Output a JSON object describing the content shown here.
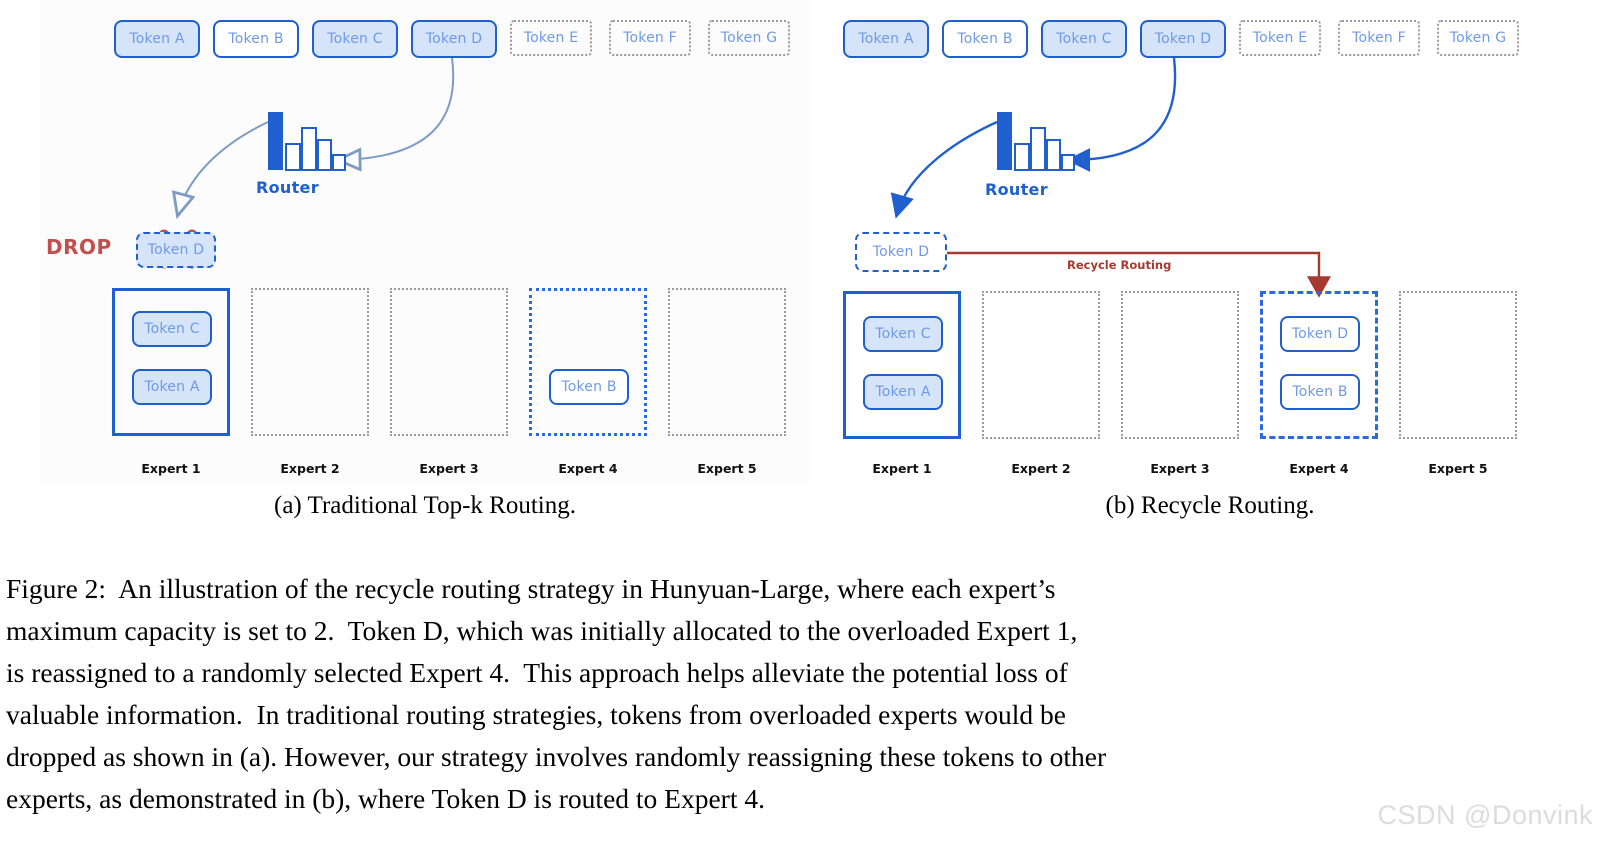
{
  "figure": {
    "panels": [
      {
        "id": "a",
        "subcaption": "(a)  Traditional Top-k Routing.",
        "input_tokens": [
          {
            "label": "Token A",
            "style": "filled"
          },
          {
            "label": "Token B",
            "style": "white"
          },
          {
            "label": "Token C",
            "style": "filled"
          },
          {
            "label": "Token D",
            "style": "filled"
          },
          {
            "label": "Token E",
            "style": "ghost"
          },
          {
            "label": "Token F",
            "style": "ghost"
          },
          {
            "label": "Token G",
            "style": "ghost"
          }
        ],
        "router_label": "Router",
        "drop_label": "DROP",
        "dropped_token": {
          "label": "Token D",
          "style": "dashed-filled"
        },
        "experts": [
          {
            "label": "Expert 1",
            "style": "solid",
            "tokens": [
              {
                "label": "Token C",
                "style": "filled"
              },
              {
                "label": "Token A",
                "style": "filled"
              }
            ]
          },
          {
            "label": "Expert 2",
            "style": "dotted",
            "tokens": []
          },
          {
            "label": "Expert 3",
            "style": "dotted",
            "tokens": []
          },
          {
            "label": "Expert 4",
            "style": "bluedot",
            "tokens": [
              {
                "label": "Token B",
                "style": "white"
              }
            ]
          },
          {
            "label": "Expert 5",
            "style": "dotted",
            "tokens": []
          }
        ]
      },
      {
        "id": "b",
        "subcaption": "(b)  Recycle Routing.",
        "input_tokens": [
          {
            "label": "Token A",
            "style": "filled"
          },
          {
            "label": "Token B",
            "style": "white"
          },
          {
            "label": "Token C",
            "style": "filled"
          },
          {
            "label": "Token D",
            "style": "filled"
          },
          {
            "label": "Token E",
            "style": "ghost"
          },
          {
            "label": "Token F",
            "style": "ghost"
          },
          {
            "label": "Token G",
            "style": "ghost"
          }
        ],
        "router_label": "Router",
        "recycle_label": "Recycle Routing",
        "overflow_token": {
          "label": "Token D",
          "style": "dashed-white"
        },
        "experts": [
          {
            "label": "Expert 1",
            "style": "solid",
            "tokens": [
              {
                "label": "Token C",
                "style": "filled"
              },
              {
                "label": "Token A",
                "style": "filled"
              }
            ]
          },
          {
            "label": "Expert 2",
            "style": "dotted",
            "tokens": []
          },
          {
            "label": "Expert 3",
            "style": "dotted",
            "tokens": []
          },
          {
            "label": "Expert 4",
            "style": "bluedash",
            "tokens": [
              {
                "label": "Token D",
                "style": "white"
              },
              {
                "label": "Token B",
                "style": "white"
              }
            ]
          },
          {
            "label": "Expert 5",
            "style": "dotted",
            "tokens": []
          }
        ]
      }
    ]
  },
  "caption": "Figure 2:  An illustration of the recycle routing strategy in Hunyuan-Large, where each expert’s\nmaximum capacity is set to 2.  Token D, which was initially allocated to the overloaded Expert 1,\nis reassigned to a randomly selected Expert 4.  This approach helps alleviate the potential loss of\nvaluable information.  In traditional routing strategies, tokens from overloaded experts would be\ndropped as shown in (a). However, our strategy involves randomly reassigning these tokens to other\nexperts, as demonstrated in (b), where Token D is routed to Expert 4.",
  "watermark": "CSDN @Donvink",
  "colors": {
    "token_blue_border": "#1f5fd0",
    "token_blue_fill": "#d6e4fa",
    "token_text": "#6f9ae8",
    "router_blue": "#1f5fd0",
    "drop_red": "#c0504d",
    "recycle_red": "#a53a31",
    "ghost_gray": "#9a9a9a",
    "arrow_gray_blue": "#7d9cc4",
    "panel_bg": "#fcfcfc"
  }
}
